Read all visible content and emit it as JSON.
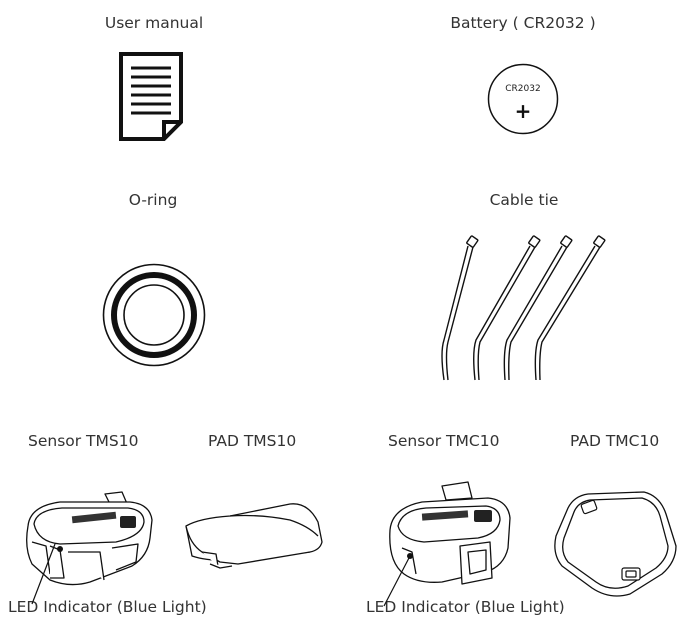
{
  "items": {
    "user_manual": "User manual",
    "battery": "Battery ( CR2032 )",
    "battery_text": "CR2032",
    "battery_sign": "+",
    "oring": "O-ring",
    "cable_tie": "Cable tie",
    "sensor_tms": "Sensor TMS10",
    "pad_tms": "PAD TMS10",
    "sensor_tmc": "Sensor TMC10",
    "pad_tmc": "PAD TMC10"
  },
  "callouts": {
    "led_left": "LED Indicator (Blue Light)",
    "led_right": "LED Indicator (Blue Light)"
  }
}
